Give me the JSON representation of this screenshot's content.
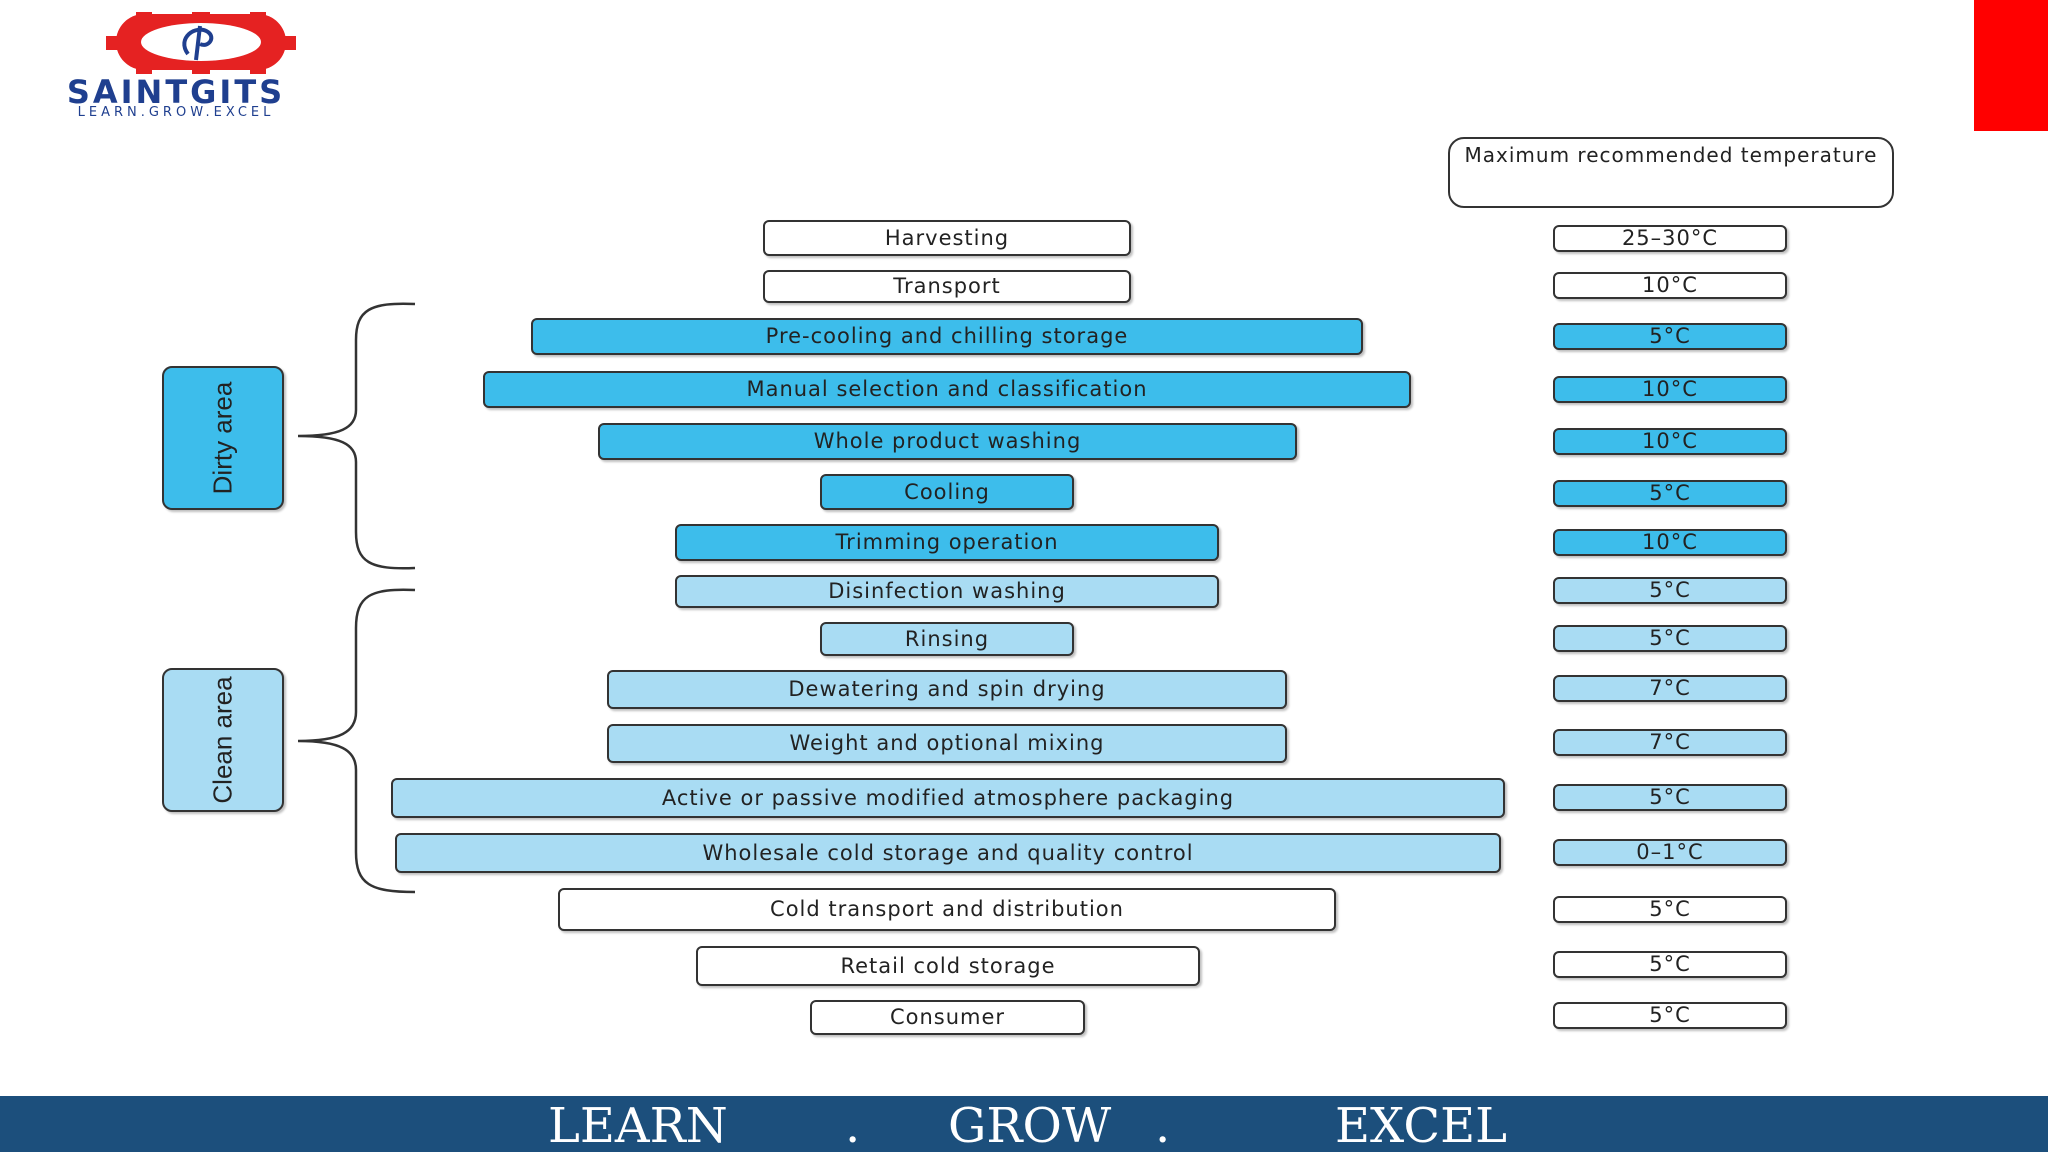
{
  "logo": {
    "name": "SAINTGITS",
    "tagline": "LEARN.GROW.EXCEL",
    "colors": {
      "gear": "#e52222",
      "text": "#1f3f8f"
    }
  },
  "column_header": "Maximum recommended temperature",
  "areas": {
    "dirty": "Dirty area",
    "clean": "Clean area"
  },
  "steps": [
    {
      "label": "Harvesting",
      "temp": "25–30°C",
      "zone": "none"
    },
    {
      "label": "Transport",
      "temp": "10°C",
      "zone": "none"
    },
    {
      "label": "Pre-cooling and chilling storage",
      "temp": "5°C",
      "zone": "dirty"
    },
    {
      "label": "Manual selection and classification",
      "temp": "10°C",
      "zone": "dirty"
    },
    {
      "label": "Whole product washing",
      "temp": "10°C",
      "zone": "dirty"
    },
    {
      "label": "Cooling",
      "temp": "5°C",
      "zone": "dirty"
    },
    {
      "label": "Trimming operation",
      "temp": "10°C",
      "zone": "dirty"
    },
    {
      "label": "Disinfection washing",
      "temp": "5°C",
      "zone": "clean"
    },
    {
      "label": "Rinsing",
      "temp": "5°C",
      "zone": "clean"
    },
    {
      "label": "Dewatering and spin drying",
      "temp": "7°C",
      "zone": "clean"
    },
    {
      "label": "Weight and optional mixing",
      "temp": "7°C",
      "zone": "clean"
    },
    {
      "label": "Active or passive modified atmosphere packaging",
      "temp": "5°C",
      "zone": "clean"
    },
    {
      "label": "Wholesale cold storage and quality control",
      "temp": "0–1°C",
      "zone": "clean"
    },
    {
      "label": "Cold transport and distribution",
      "temp": "5°C",
      "zone": "none"
    },
    {
      "label": "Retail cold storage",
      "temp": "5°C",
      "zone": "none"
    },
    {
      "label": "Consumer",
      "temp": "5°C",
      "zone": "none"
    }
  ],
  "colors": {
    "dirty": "#3dbdeb",
    "clean": "#a9dcf3",
    "none": "#ffffff",
    "accent_red": "#ff0000",
    "footer": "#1c4f7c"
  },
  "footer": {
    "learn": "LEARN",
    "dot1": ".",
    "grow": "GROW",
    "dot2": ".",
    "excel": "EXCEL"
  }
}
